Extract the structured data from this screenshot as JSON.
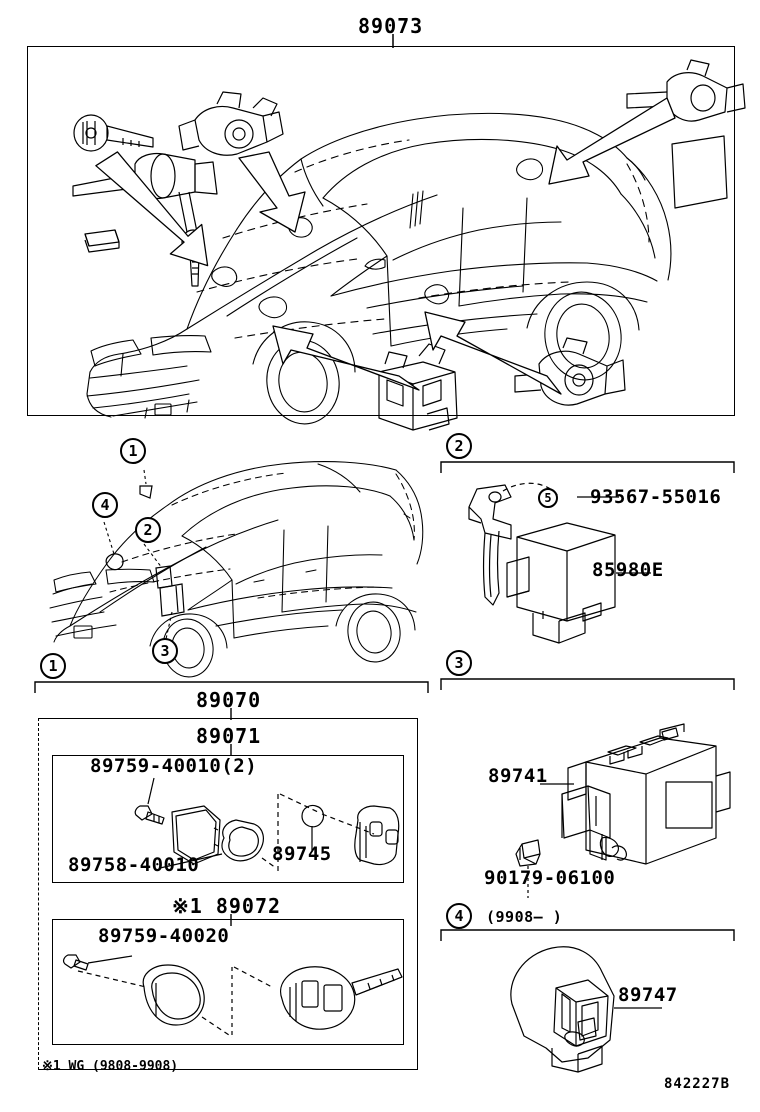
{
  "diagram": {
    "id": "842227B",
    "title_part": "89073",
    "footnote": "※1 WG (9808-9908)"
  },
  "main_panel": {
    "label": "89073",
    "description": "vehicle overview with key and lock cylinder assemblies"
  },
  "overview_panel": {
    "callouts": [
      {
        "num": "1",
        "name": "callout-1"
      },
      {
        "num": "2",
        "name": "callout-2"
      },
      {
        "num": "3",
        "name": "callout-3"
      },
      {
        "num": "4",
        "name": "callout-4"
      }
    ],
    "section_marker": "1"
  },
  "section_2": {
    "marker": "2",
    "parts": [
      {
        "label": "93567-55016",
        "bubble": "5"
      },
      {
        "label": "85980E",
        "bubble": ""
      }
    ]
  },
  "section_3": {
    "marker": "3",
    "parts": [
      {
        "label": "89741"
      },
      {
        "label": "90179-06100"
      }
    ]
  },
  "section_4": {
    "marker": "4",
    "date_range": "(9908—        )",
    "parts": [
      {
        "label": "89747"
      }
    ]
  },
  "section_1": {
    "marker": "1",
    "group_label": "89070",
    "sub_group_label": "89071",
    "sub_group_label_2": "※1 89072",
    "parts_upper": [
      {
        "label": "89759-40010(2)"
      },
      {
        "label": "89758-40010"
      },
      {
        "label": "89745"
      }
    ],
    "parts_lower": [
      {
        "label": "89759-40020"
      }
    ]
  }
}
